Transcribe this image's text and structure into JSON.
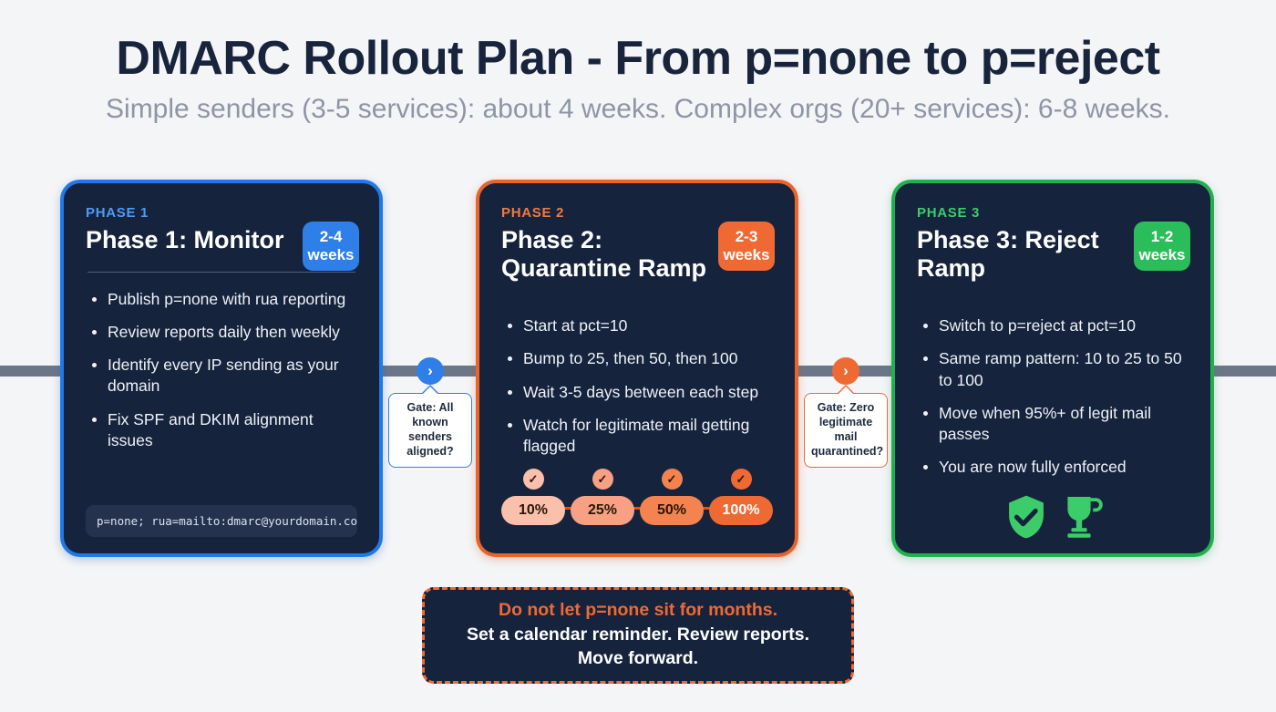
{
  "header": {
    "title": "DMARC Rollout Plan - From p=none to p=reject",
    "subtitle": "Simple senders (3-5 services): about 4 weeks. Complex orgs (20+ services): 6-8 weeks."
  },
  "phases": [
    {
      "eyebrow": "PHASE 1",
      "title": "Phase 1: Monitor",
      "duration": "2-4",
      "duration_unit": "weeks",
      "accent": "#2079e8",
      "bullets": [
        "Publish p=none with rua reporting",
        "Review reports daily then weekly",
        "Identify every IP sending as your domain",
        "Fix SPF and DKIM alignment issues"
      ],
      "code": "p=none; rua=mailto:dmarc@yourdomain.com"
    },
    {
      "eyebrow": "PHASE 2",
      "title": "Phase 2: Quarantine Ramp",
      "duration": "2-3",
      "duration_unit": "weeks",
      "accent": "#e8642a",
      "bullets": [
        "Start at pct=10",
        "Bump to 25, then 50, then 100",
        "Wait 3-5 days between each step",
        "Watch for legitimate mail getting flagged"
      ],
      "ramp": [
        {
          "label": "10%",
          "check": "check-icon"
        },
        {
          "label": "25%",
          "check": "check-icon"
        },
        {
          "label": "50%",
          "check": "check-icon"
        },
        {
          "label": "100%",
          "check": "check-icon"
        }
      ]
    },
    {
      "eyebrow": "PHASE 3",
      "title": "Phase 3: Reject Ramp",
      "duration": "1-2",
      "duration_unit": "weeks",
      "accent": "#22b04e",
      "bullets": [
        "Switch to p=reject at pct=10",
        "Same ramp pattern: 10 to 25 to 50 to 100",
        "Move when 95%+ of legit mail passes",
        "You are now fully enforced"
      ],
      "icons": [
        "shield-check-icon",
        "trophy-icon"
      ],
      "icon_color": "#3ccc6a"
    }
  ],
  "gates": [
    {
      "arrow": "chevron-right-icon",
      "text": "Gate: All known senders aligned?",
      "accent": "#2f7fe8"
    },
    {
      "arrow": "chevron-right-icon",
      "text": "Gate: Zero legitimate mail quarantined?",
      "accent": "#ef6a33"
    }
  ],
  "warning": {
    "line1": "Do not let p=none sit for months.",
    "line2": "Set a calendar reminder. Review reports. Move forward.",
    "accent": "#ef6a33"
  }
}
